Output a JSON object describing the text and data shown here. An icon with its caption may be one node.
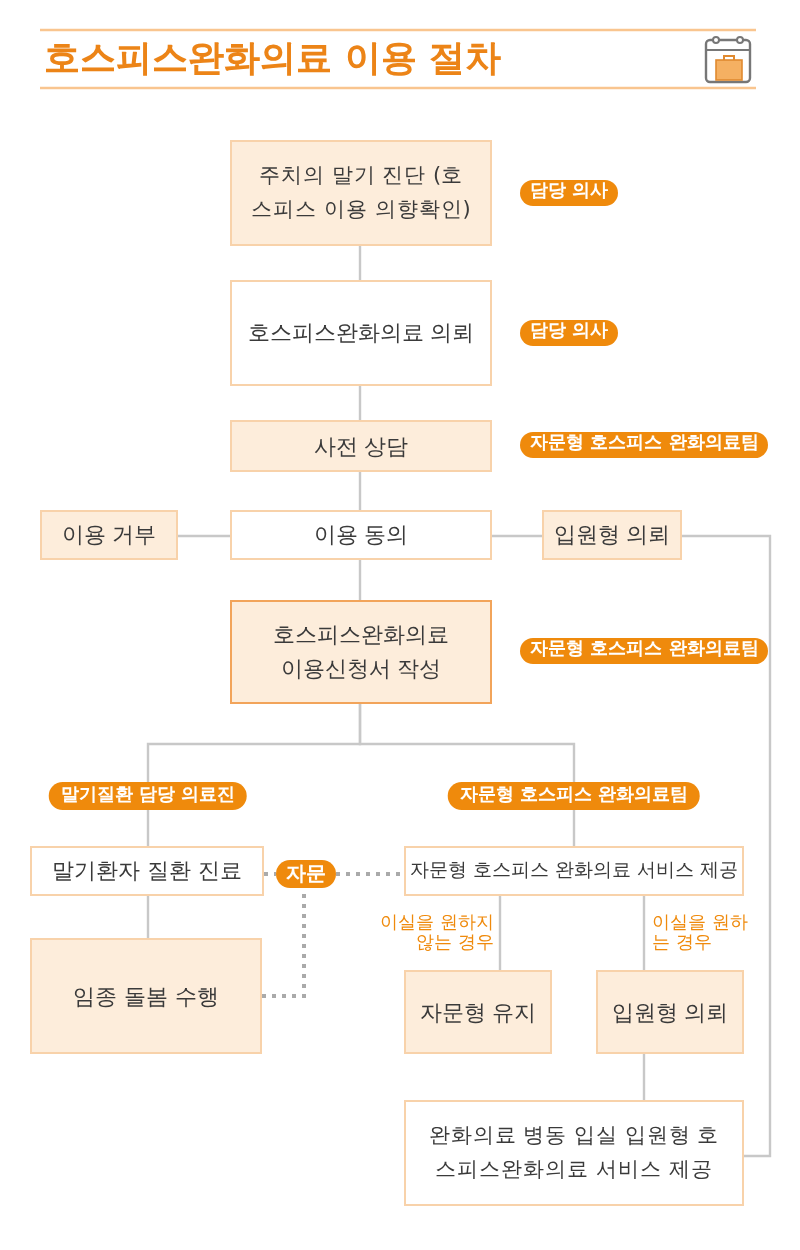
{
  "diagram": {
    "title": "호스피스완화의료 이용 절차",
    "nodes": [
      {
        "text": [
          "주치의 말기 진단 (호스피스 이용 의향확인)"
        ],
        "beside": [
          "담당 의사"
        ]
      },
      {
        "text": [
          "호스피스완화의료 의뢰"
        ],
        "beside": [
          "담당 의사"
        ]
      },
      {
        "text": [
          "사전 상담"
        ],
        "beside": [
          "자문형 호스피스 완화의료팀"
        ]
      },
      {
        "text": [
          "이용 거부"
        ]
      },
      {
        "text": [
          "이용 동의"
        ]
      },
      {
        "text": [
          "입원형 의뢰"
        ]
      },
      {
        "text": [
          "호스피스완화의료 이용신청서 작성"
        ],
        "beside": [
          "자문형 호스피스 완화의료팀"
        ]
      },
      {
        "text": [
          "말기환자 질환 진료"
        ]
      },
      {
        "text": [
          "임종 돌봄 수행"
        ]
      },
      {
        "text": [
          "자문"
        ]
      },
      {
        "text": [
          "자문형 호스피스 완화의료 서비스 제공"
        ]
      },
      {
        "text": [
          "자문형 유지"
        ]
      },
      {
        "text": [
          "입원형 의뢰"
        ]
      },
      {
        "text": [
          "완화의료 병동 입실 입원형 호스피스완화의료 서비스 제공"
        ]
      }
    ],
    "edges": [
      {
        "from": 0,
        "to": 1,
        "arrow": "none"
      },
      {
        "from": 1,
        "to": 2,
        "arrow": "none"
      },
      {
        "from": 2,
        "to": 4,
        "arrow": "none"
      },
      {
        "from": 4,
        "to": 3,
        "arrow": "none"
      },
      {
        "from": 4,
        "to": 5,
        "arrow": "none"
      },
      {
        "from": 4,
        "to": 6,
        "arrow": "none"
      },
      {
        "from": 6,
        "to": 7,
        "arrow": "none",
        "label": "말기질환 담당 의료진"
      },
      {
        "from": 6,
        "to": 10,
        "arrow": "none",
        "label": "자문형 호스피스 완화의료팀"
      },
      {
        "from": 7,
        "to": 8,
        "arrow": "none"
      },
      {
        "from": 7,
        "to": 9,
        "arrow": "none",
        "style": "dashed"
      },
      {
        "from": 9,
        "to": 10,
        "arrow": "none",
        "style": "dashed"
      },
      {
        "from": 8,
        "to": 9,
        "arrow": "none",
        "style": "dashed"
      },
      {
        "from": 10,
        "to": 11,
        "arrow": "none",
        "label": "이실을 원하지 않는 경우"
      },
      {
        "from": 10,
        "to": 12,
        "arrow": "none",
        "label": "이실을 원하는 경우"
      },
      {
        "from": 12,
        "to": 13,
        "arrow": "none"
      },
      {
        "from": 5,
        "to": 13,
        "arrow": "none"
      }
    ]
  }
}
